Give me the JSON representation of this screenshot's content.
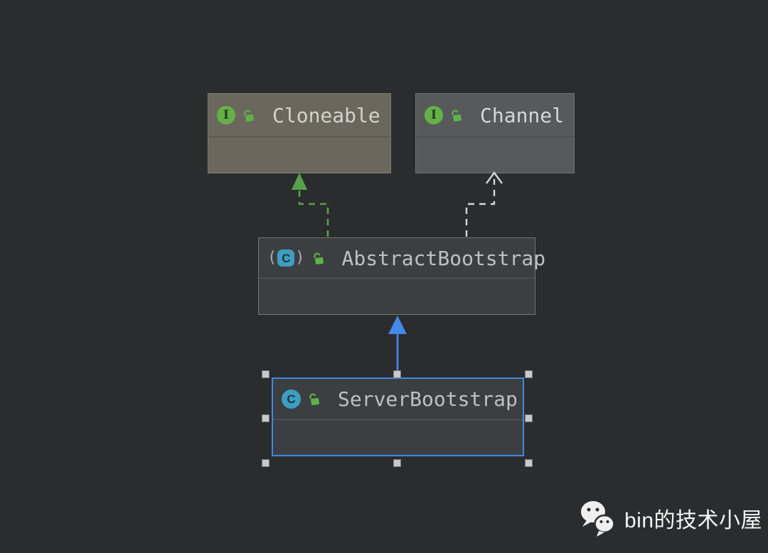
{
  "app": {
    "type": "ide-uml-class-diagram",
    "background_color": "#2b2c2d"
  },
  "nodes": [
    {
      "name": "Cloneable",
      "stereotype": "interface",
      "icon": "interface-icon",
      "visibility_icon": "unlocked-icon",
      "fill_color": "#6c675d",
      "selected": false
    },
    {
      "name": "Channel",
      "stereotype": "interface",
      "icon": "interface-icon",
      "visibility_icon": "unlocked-icon",
      "fill_color": "#58595a",
      "selected": false
    },
    {
      "name": "AbstractBootstrap",
      "stereotype": "abstract-class",
      "icon": "abstract-class-icon",
      "visibility_icon": "unlocked-icon",
      "fill_color": "#3c3f41",
      "selected": false
    },
    {
      "name": "ServerBootstrap",
      "stereotype": "class",
      "icon": "class-icon",
      "visibility_icon": "unlocked-icon",
      "fill_color": "#3c3f41",
      "selected": true,
      "selection_color": "#3f8ae0"
    }
  ],
  "edges": [
    {
      "from": "AbstractBootstrap",
      "to": "Cloneable",
      "type": "implements",
      "line_style": "dashed",
      "color": "#58a14c",
      "arrowhead": "filled-triangle"
    },
    {
      "from": "AbstractBootstrap",
      "to": "Channel",
      "type": "implements",
      "line_style": "dashed",
      "color": "#d6d7d8",
      "arrowhead": "open-chevron"
    },
    {
      "from": "ServerBootstrap",
      "to": "AbstractBootstrap",
      "type": "extends",
      "line_style": "solid",
      "color": "#4489e8",
      "arrowhead": "filled-triangle"
    }
  ],
  "icons": {
    "interface_letter": "I",
    "class_letter": "C",
    "abstract_paren_open": "(",
    "abstract_paren_close": ")",
    "interface_color": "#64b247",
    "class_color": "#3d9ec2",
    "lock_color": "#5fb248"
  },
  "watermark": {
    "icon": "wechat-icon",
    "text": "bin的技术小屋",
    "color": "#f4f4f4"
  }
}
